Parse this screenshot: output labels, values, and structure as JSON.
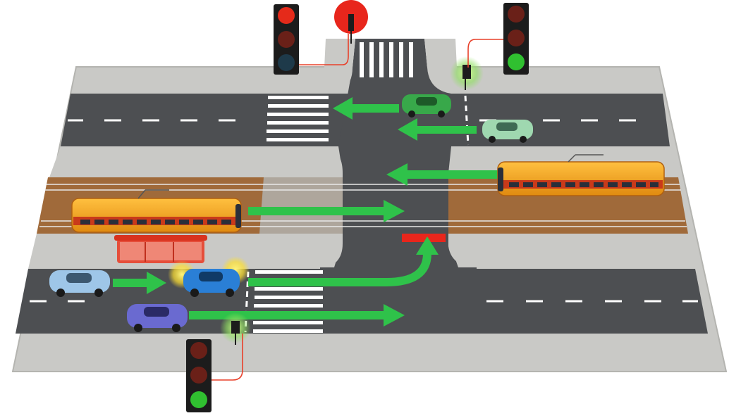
{
  "scene": {
    "colors": {
      "background": "#ffffff",
      "sidewalk": "#c9c9c6",
      "sidewalk_edge": "#b4b4b0",
      "road": "#4d4f52",
      "road_dark": "#44464a",
      "lane_marking": "#ffffff",
      "track_bed": "#a06a3a",
      "rail": "#e8e8e8",
      "arrow": "#2fc24a",
      "stop_line": "#e8261c",
      "tram_body": "#f0a020",
      "tram_stripe": "#c93a1a",
      "tram_window": "#2a2f3a",
      "shelter": "#e8402a",
      "light_housing": "#1c1c1c",
      "light_red": "#e52a1a",
      "light_green": "#30c030",
      "light_off": "#4a2020",
      "wire": "#e8402a",
      "glow_yellow": "#ffe030",
      "glow_green": "#8fe060",
      "car_green": "#38a84a",
      "car_mint": "#9fd8b0",
      "car_lightblue": "#9ec6e8",
      "car_blue": "#2a7fd6",
      "car_purple": "#6a6ad0"
    },
    "traffic_lights": [
      {
        "name": "top-left",
        "state": "red"
      },
      {
        "name": "top-right",
        "state": "green"
      },
      {
        "name": "bottom-left",
        "state": "green"
      }
    ],
    "pedestrian_signals": [
      {
        "name": "top-center",
        "state": "red"
      },
      {
        "name": "top-right",
        "state": "green"
      },
      {
        "name": "bottom-left",
        "state": "green"
      }
    ],
    "vehicles": [
      {
        "kind": "tram",
        "name": "tram-left"
      },
      {
        "kind": "tram",
        "name": "tram-right"
      },
      {
        "kind": "car",
        "name": "car-green-top"
      },
      {
        "kind": "car",
        "name": "car-mint-top"
      },
      {
        "kind": "car",
        "name": "car-lightblue"
      },
      {
        "kind": "car",
        "name": "car-blue-turning"
      },
      {
        "kind": "car",
        "name": "car-purple"
      }
    ]
  }
}
